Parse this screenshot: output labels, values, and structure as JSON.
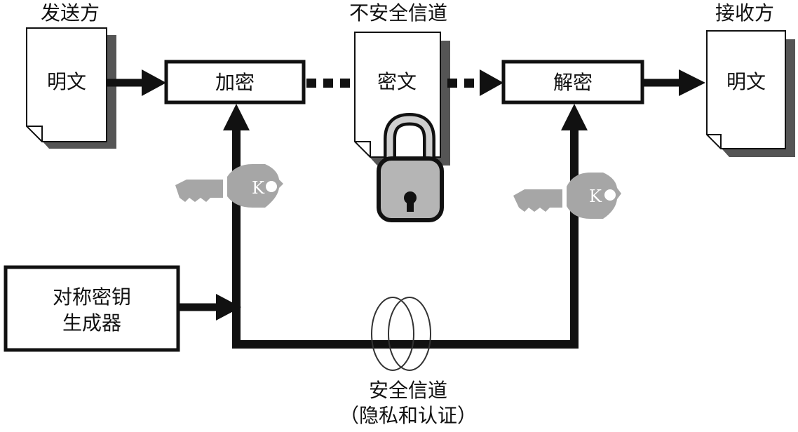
{
  "sender": {
    "label": "发送方",
    "document_text": "明文"
  },
  "channel": {
    "insecure_label": "不安全信道",
    "document_text": "密文",
    "secure_label": "安全信道",
    "secure_sublabel": "（隐私和认证）"
  },
  "receiver": {
    "label": "接收方",
    "document_text": "明文"
  },
  "process": {
    "encrypt": "加密",
    "decrypt": "解密"
  },
  "key_generator": {
    "line1": "对称密钥",
    "line2": "生成器"
  },
  "keys": {
    "left": "K",
    "right": "K"
  },
  "colors": {
    "line": "#111111",
    "key": "#a6a6a6",
    "lock": "#b5b5b5",
    "shadow": "#666666",
    "background": "#ffffff"
  },
  "icons": {
    "documents": "document-icon",
    "lock": "padlock-icon",
    "keys": "key-icon",
    "secure_channel": "rings-icon"
  }
}
